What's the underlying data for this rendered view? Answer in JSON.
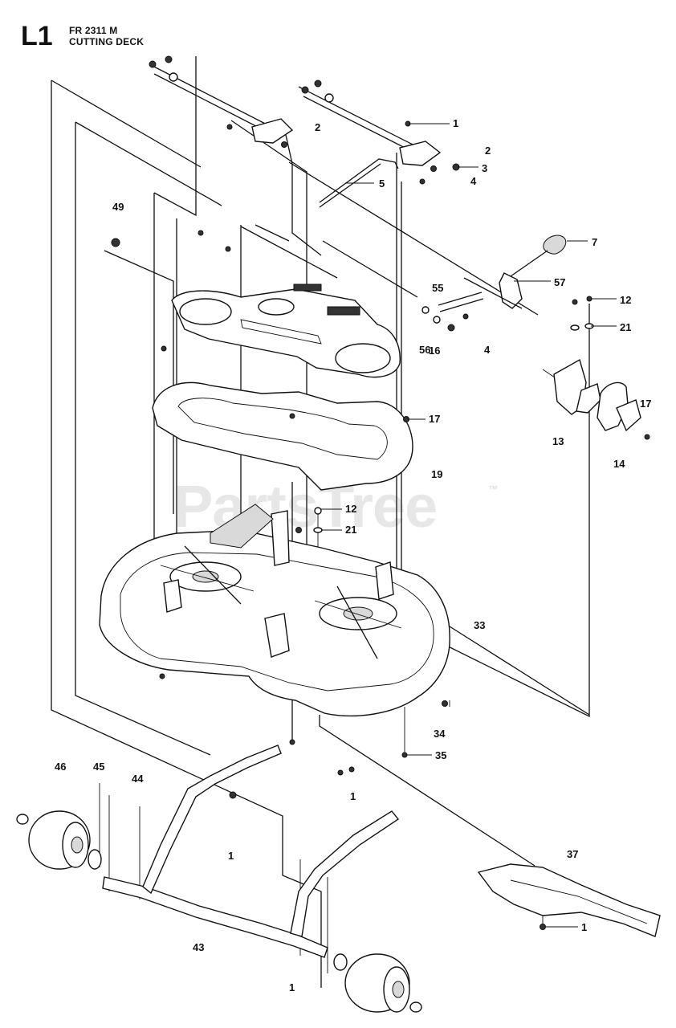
{
  "header": {
    "code": "L1",
    "model": "FR 2311 M",
    "title": "CUTTING DECK"
  },
  "watermark": {
    "text": "PartsTree",
    "trademark": "™"
  },
  "callouts": [
    "1",
    "2",
    "2",
    "1",
    "3",
    "4",
    "5",
    "49",
    "7",
    "57",
    "55",
    "12",
    "21",
    "56",
    "4",
    "16",
    "17",
    "17",
    "13",
    "14",
    "19",
    "12",
    "21",
    "33",
    "34",
    "35",
    "46",
    "45",
    "44",
    "1",
    "1",
    "37",
    "43",
    "1"
  ],
  "colors": {
    "ink": "#111111",
    "background": "#ffffff",
    "watermark": "#e7e7e7"
  }
}
